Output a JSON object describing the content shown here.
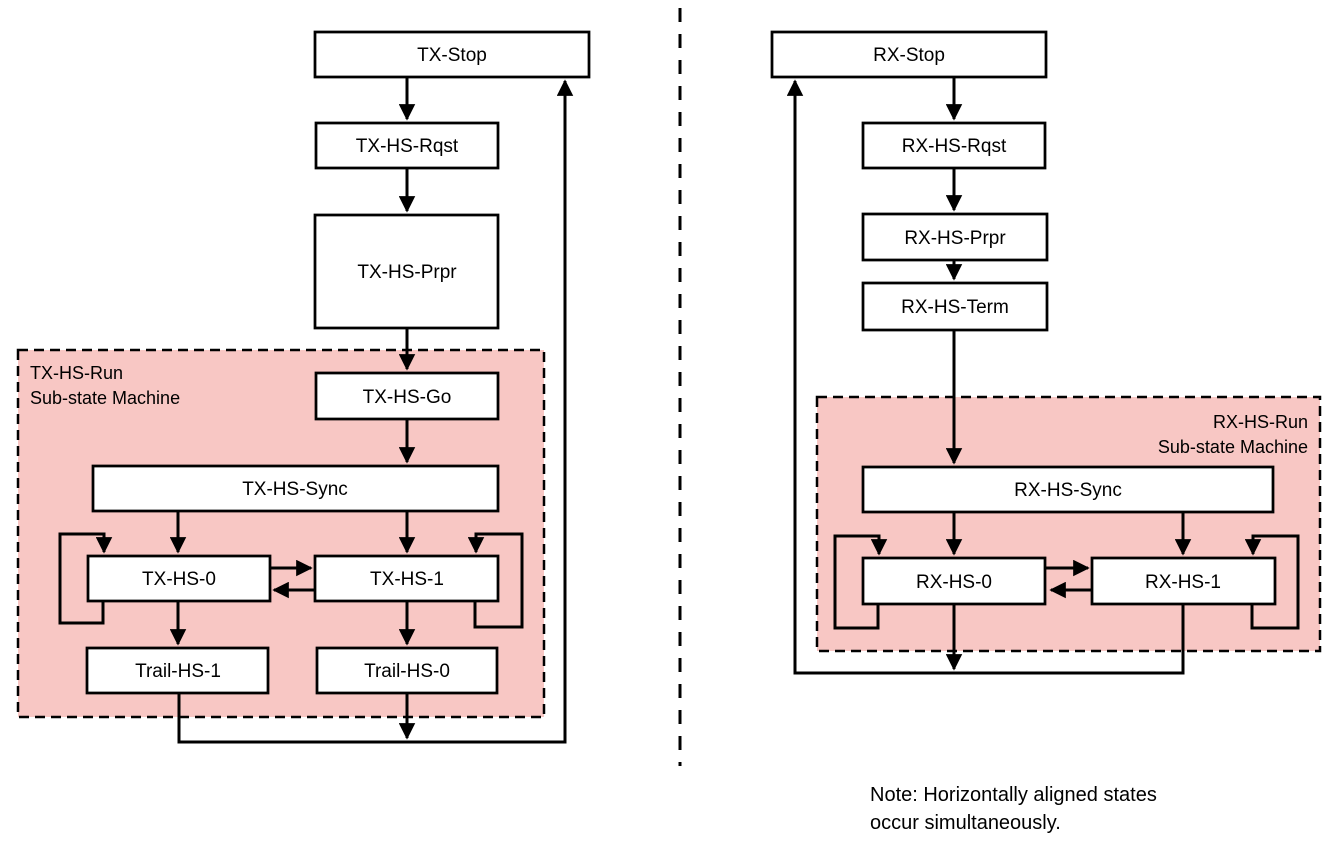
{
  "colors": {
    "region_fill": "#f8c7c4",
    "line": "#000000",
    "box_fill": "#ffffff"
  },
  "tx": {
    "stop": "TX-Stop",
    "rqst": "TX-HS-Rqst",
    "prpr": "TX-HS-Prpr",
    "go": "TX-HS-Go",
    "sync": "TX-HS-Sync",
    "hs0": "TX-HS-0",
    "hs1": "TX-HS-1",
    "trail1": "Trail-HS-1",
    "trail0": "Trail-HS-0",
    "region_line1": "TX-HS-Run",
    "region_line2": "Sub-state Machine"
  },
  "rx": {
    "stop": "RX-Stop",
    "rqst": "RX-HS-Rqst",
    "prpr": "RX-HS-Prpr",
    "term": "RX-HS-Term",
    "sync": "RX-HS-Sync",
    "hs0": "RX-HS-0",
    "hs1": "RX-HS-1",
    "region_line1": "RX-HS-Run",
    "region_line2": "Sub-state Machine"
  },
  "note": {
    "line1": "Note: Horizontally aligned states",
    "line2": "occur simultaneously."
  }
}
